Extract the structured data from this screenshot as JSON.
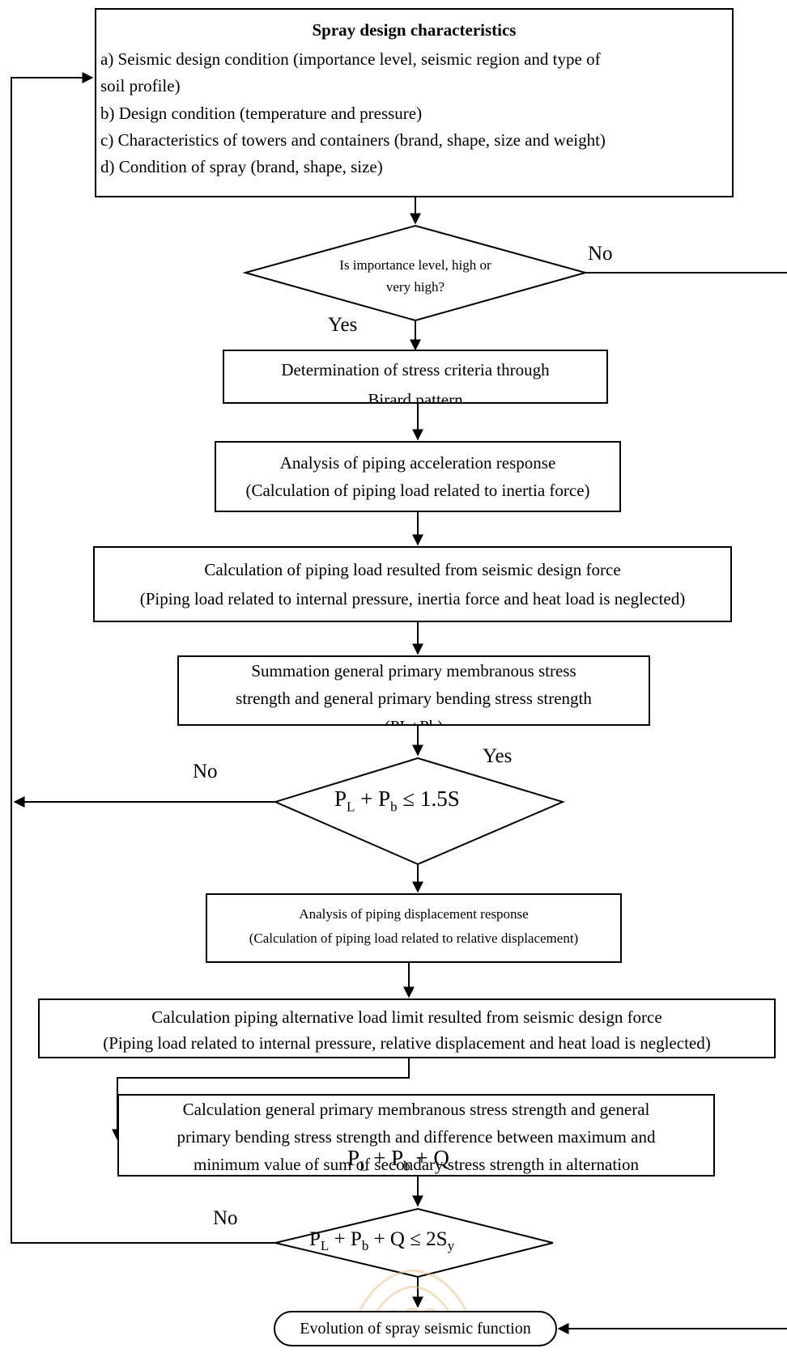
{
  "box1": {
    "title": "Spray design characteristics",
    "line1": "a) Seismic design condition (importance level, seismic region and type of",
    "line2": "soil profile)",
    "line3": "b) Design condition (temperature and pressure)",
    "line4": "c) Characteristics of towers and containers (brand, shape, size and weight)",
    "line5": "d) Condition of spray (brand, shape, size)"
  },
  "decision1": {
    "line1": "Is importance level, high or",
    "line2": "very high?",
    "no_label": "No",
    "yes_label": "Yes"
  },
  "box2": {
    "line1": "Determination of stress criteria through",
    "line2": "Birard pattern"
  },
  "box3": {
    "line1": "Analysis of piping acceleration response",
    "line2": "(Calculation of piping load related to inertia force)"
  },
  "box4": {
    "line1": "Calculation of piping load resulted from seismic design force",
    "line2": "(Piping load related to internal pressure, inertia force and heat load is neglected)"
  },
  "box5": {
    "line1": "Summation general primary membranous stress",
    "line2": "strength and general primary bending stress strength",
    "line3": "(PL+Pb)"
  },
  "decision2": {
    "formula": "P_L + P_b ≤ 1.5S",
    "no_label": "No",
    "yes_label": "Yes"
  },
  "box6": {
    "line1": "Analysis of piping displacement response",
    "line2": "(Calculation of piping load related to relative displacement)"
  },
  "box7": {
    "line1": "Calculation piping alternative load limit resulted from seismic design force",
    "line2": "(Piping load related to internal pressure, relative displacement and heat load is neglected)"
  },
  "box8": {
    "line1": "Calculation general primary membranous stress strength and general",
    "line2": "primary bending stress strength and difference between maximum and",
    "line3": "minimum value of sum of secondary stress strength in alternation",
    "formula": "P_L + P_b + Q"
  },
  "decision3": {
    "formula": "P_L + P_b + Q ≤ 2S_y",
    "no_label": "No"
  },
  "terminal": {
    "label": "Evolution of spray seismic function"
  },
  "colors": {
    "line": "#000000",
    "background": "#ffffff",
    "watermark": "#e6c48a"
  }
}
